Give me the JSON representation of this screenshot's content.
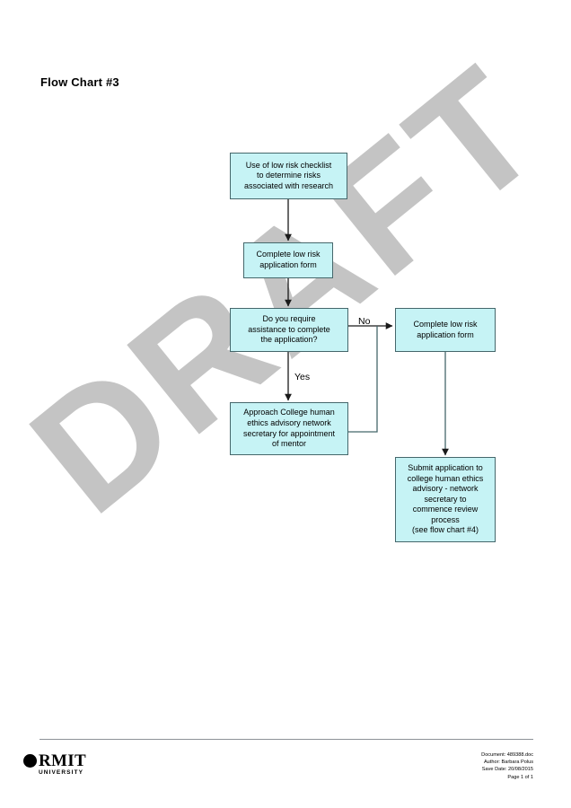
{
  "document": {
    "title": "Flow Chart #3",
    "watermark": "DRAFT"
  },
  "chart_data": {
    "type": "diagram",
    "title": "Flow Chart #3",
    "nodes": [
      {
        "id": "n1",
        "label": "Use of low risk checklist\nto determine risks\nassociated with research",
        "shape": "rectangle",
        "fill": "#c6f3f5",
        "border": "#45676b"
      },
      {
        "id": "n2",
        "label": "Complete low risk\napplication form",
        "shape": "rectangle",
        "fill": "#c6f3f5",
        "border": "#45676b"
      },
      {
        "id": "n3",
        "label": "Do you require\nassistance to complete\nthe application?",
        "shape": "rectangle",
        "fill": "#c6f3f5",
        "border": "#45676b"
      },
      {
        "id": "n4",
        "label": "Complete low risk\napplication form",
        "shape": "rectangle",
        "fill": "#c6f3f5",
        "border": "#45676b"
      },
      {
        "id": "n5",
        "label": "Approach College human\nethics advisory network\nsecretary for appointment\nof mentor",
        "shape": "rectangle",
        "fill": "#c6f3f5",
        "border": "#45676b"
      },
      {
        "id": "n6",
        "label": "Submit application to\ncollege human ethics\nadvisory - network\nsecretary to\ncommence review\nprocess\n(see flow chart #4)",
        "shape": "rectangle",
        "fill": "#c6f3f5",
        "border": "#45676b"
      }
    ],
    "edges": [
      {
        "from": "n1",
        "to": "n2",
        "label": ""
      },
      {
        "from": "n2",
        "to": "n3",
        "label": ""
      },
      {
        "from": "n3",
        "to": "n4",
        "label": "No"
      },
      {
        "from": "n3",
        "to": "n5",
        "label": "Yes"
      },
      {
        "from": "n5",
        "to": "n4",
        "label": ""
      },
      {
        "from": "n4",
        "to": "n6",
        "label": ""
      }
    ],
    "edge_labels": {
      "no": "No",
      "yes": "Yes"
    }
  },
  "footer": {
    "logo": {
      "name": "RMIT",
      "subtitle": "UNIVERSITY"
    },
    "meta": {
      "document": "Document: 489388.doc",
      "author": "Author: Barbara Polus",
      "save_date": "Save Date: 20/08/2015",
      "page": "Page 1 of 1"
    }
  }
}
